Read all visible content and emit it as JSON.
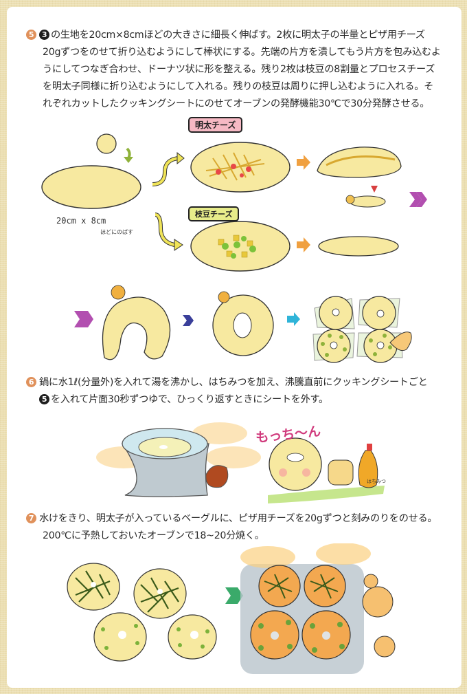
{
  "steps": [
    {
      "number": "5",
      "ref": "3",
      "lines": [
        "の生地を20cm×8cmほどの大きさに細長く伸ばす。2枚に明太子の半量とピザ用チーズ",
        "20gずつをのせて折り込むようにして棒状にする。先端の片方を潰してもう片方を包み込むよ",
        "うにしてつなぎ合わせ、ドーナツ状に形を整える。残り2枚は枝豆の8割量とプロセスチーズ",
        "を明太子同様に折り込むようにして入れる。残りの枝豆は周りに押し込むように入れる。そ",
        "れぞれカットしたクッキングシートにのせてオーブンの発酵機能30℃で30分発酵させる。"
      ],
      "illustration": {
        "label_mentai": "明太チーズ",
        "label_edamame": "枝豆チーズ",
        "dimension": "20cm x 8cm",
        "dimension_note": "ほどにのばす"
      }
    },
    {
      "number": "6",
      "ref": "5",
      "lines": [
        "鍋に水1ℓ(分量外)を入れて湯を沸かし、はちみつを加え、沸騰直前にクッキングシートごと",
        "を入れて片面30秒ずつゆで、ひっくり返すときにシートを外す。"
      ],
      "illustration": {
        "sound_effect": "もっち〜ん",
        "honey_label": "はちみつ"
      }
    },
    {
      "number": "7",
      "lines": [
        "水けをきり、明太子が入っているベーグルに、ピザ用チーズを20gずつと刻みのりをのせる。",
        "200℃に予熱しておいたオーブンで18~20分焼く。"
      ]
    }
  ],
  "colors": {
    "background": "#ecdfb2",
    "card": "#ffffff",
    "step_number": "#e0915b",
    "ref_number": "#1e1e1e",
    "dough": "#f7e9a0",
    "mentai_tag": "#f6b9c4",
    "edamame_tag": "#e7ec8a",
    "arrow_purple": "#b24fb0",
    "arrow_orange": "#f0a040",
    "arrow_blue": "#3a3f9a",
    "arrow_cyan": "#2fb4d8",
    "arrow_green": "#3aaa6a",
    "arrow_yellow": "#f0e458"
  }
}
